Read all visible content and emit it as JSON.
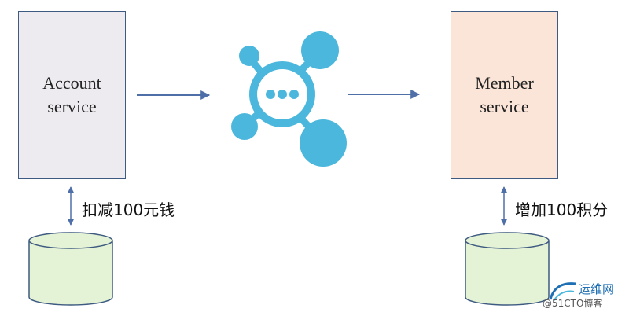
{
  "account": {
    "line1": "Account",
    "line2": "service"
  },
  "member": {
    "line1": "Member",
    "line2": "service"
  },
  "operations": {
    "deduct": "扣减100元钱",
    "add": "增加100积分"
  },
  "colors": {
    "hub": "#4bb7dc",
    "arrow": "#4f6fa8",
    "db_fill": "#e4f2d6",
    "db_stroke": "#3d5a80"
  },
  "icons": {
    "hub": "message-queue-hub-icon",
    "database": "database-cylinder-icon"
  },
  "watermark": {
    "logo_text": "运维网",
    "site_text": "@51CTO博客"
  }
}
